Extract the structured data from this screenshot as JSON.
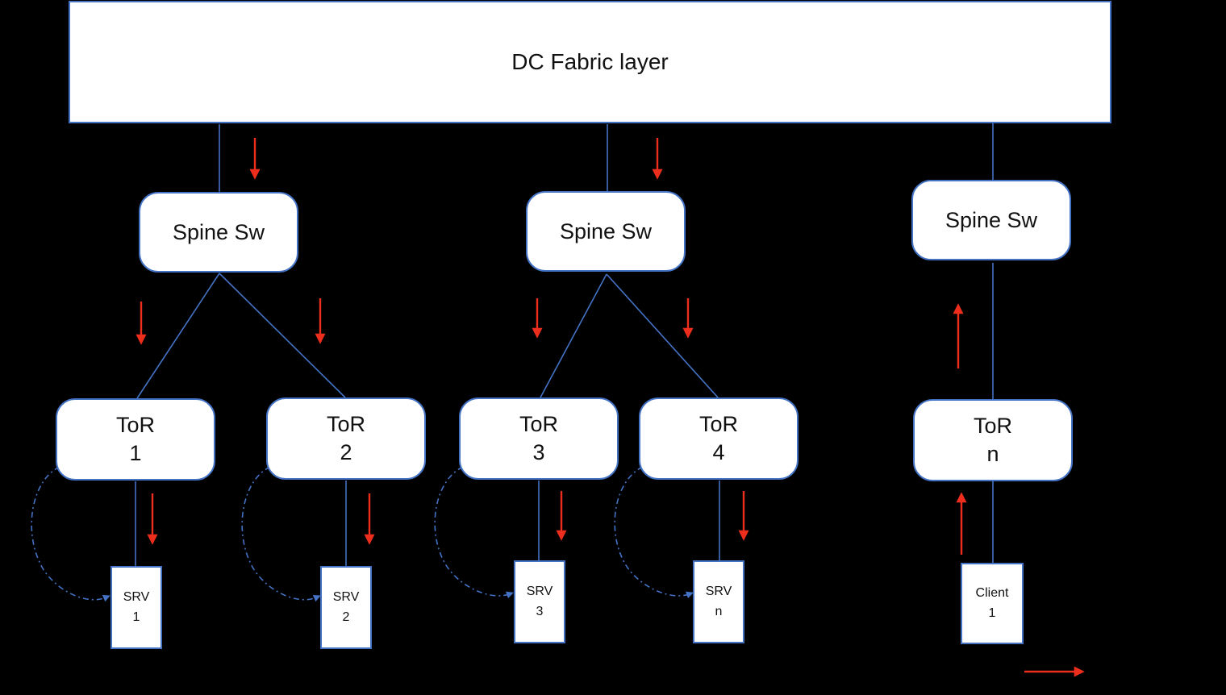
{
  "title": "DC Fabric layer",
  "colors": {
    "background": "#000000",
    "box_fill": "#ffffff",
    "box_border": "#4472c4",
    "connector": "#4472c4",
    "arrow_red": "#ee2e1d",
    "text": "#111111"
  },
  "fabric": {
    "label": "DC Fabric layer"
  },
  "spines": [
    {
      "label": "Spine Sw"
    },
    {
      "label": "Spine Sw"
    },
    {
      "label": "Spine Sw"
    }
  ],
  "tors": [
    {
      "name": "ToR",
      "id": "1"
    },
    {
      "name": "ToR",
      "id": "2"
    },
    {
      "name": "ToR",
      "id": "3"
    },
    {
      "name": "ToR",
      "id": "4"
    },
    {
      "name": "ToR",
      "id": "n"
    }
  ],
  "endpoints": [
    {
      "name": "SRV",
      "id": "1"
    },
    {
      "name": "SRV",
      "id": "2"
    },
    {
      "name": "SRV",
      "id": "3"
    },
    {
      "name": "SRV",
      "id": "n"
    },
    {
      "name": "Client",
      "id": "1"
    }
  ]
}
